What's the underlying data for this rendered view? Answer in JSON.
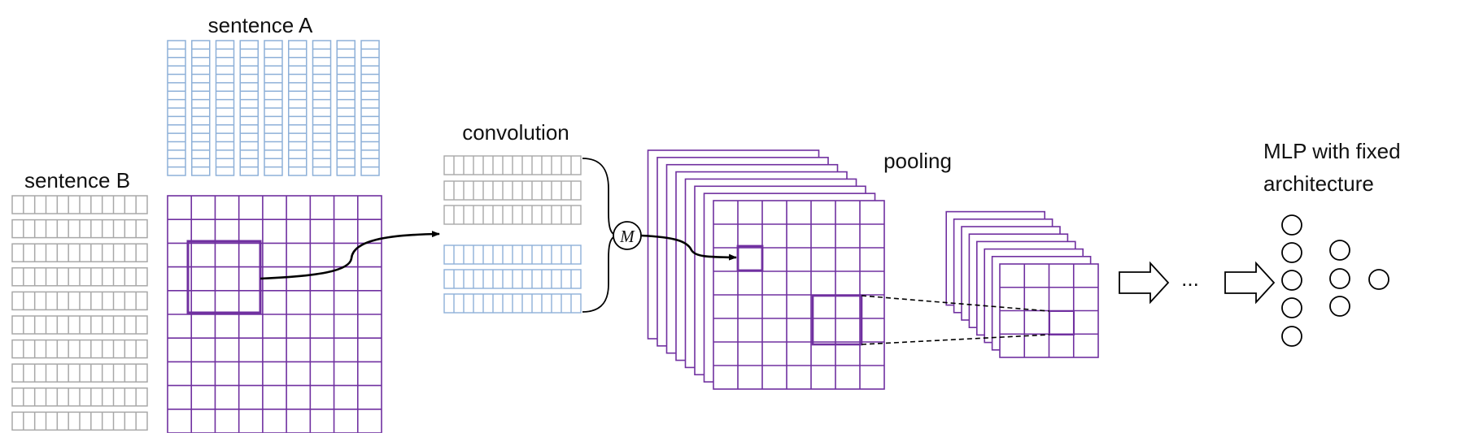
{
  "labels": {
    "sentence_a": "sentence A",
    "sentence_b": "sentence B",
    "convolution": "convolution",
    "pooling": "pooling",
    "merge_symbol": "M",
    "ellipsis": "...",
    "mlp_line1": "MLP with fixed",
    "mlp_line2": "architecture"
  },
  "colors": {
    "purple": "#7030a0",
    "blue": "#8eb0d8",
    "gray": "#a8a8a8",
    "highlight": "#d0bde0",
    "highlight_light": "#e6dcef",
    "black": "#000000"
  },
  "structure": {
    "sentence_a_words": 9,
    "sentence_a_dims": 16,
    "sentence_b_words": 10,
    "sentence_b_dims": 12,
    "interaction_rows": 10,
    "interaction_cols": 9,
    "conv_gray_maps": 3,
    "conv_blue_maps": 3,
    "conv_filter_cells": 14,
    "feature_map_layers": 8,
    "feature_map_rows": 8,
    "feature_map_cols": 7,
    "pooled_map_layers": 8,
    "pooled_map_rows": 4,
    "pooled_map_cols": 4,
    "mlp_layer_sizes": [
      5,
      3,
      1
    ]
  }
}
